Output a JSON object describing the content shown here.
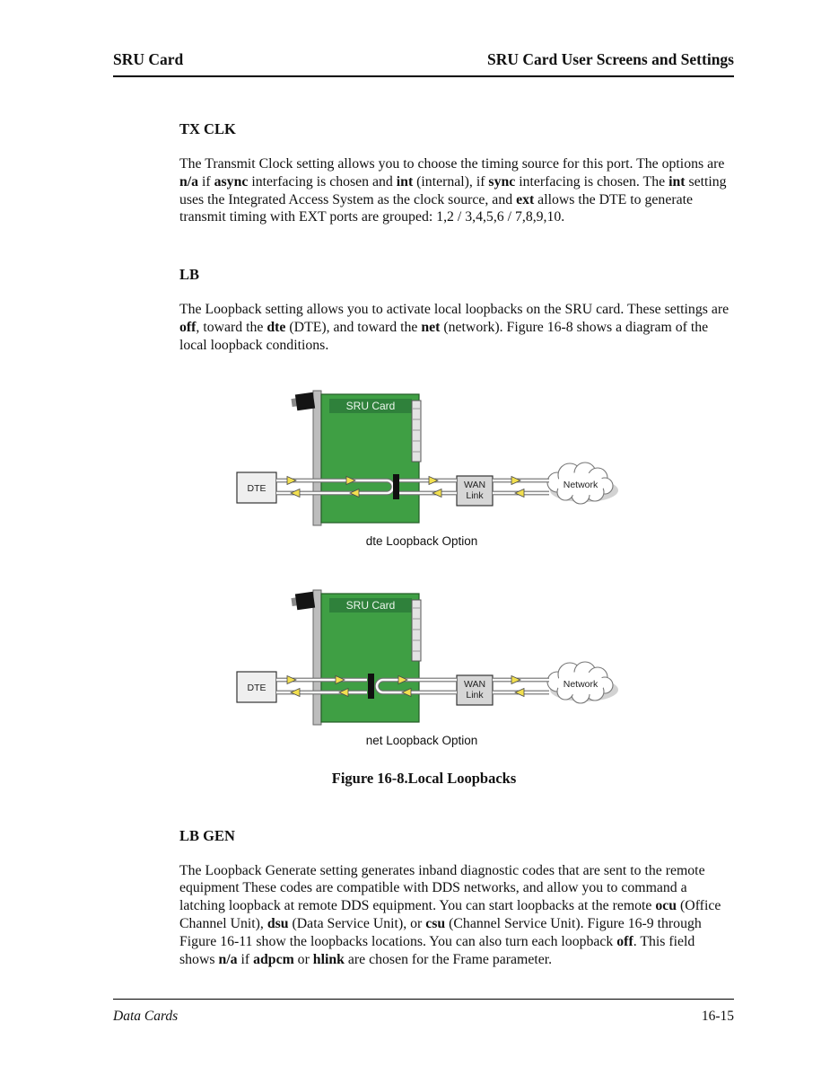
{
  "header": {
    "left": "SRU Card",
    "right": "SRU Card User Screens and Settings"
  },
  "footer": {
    "left": "Data Cards",
    "right": "16-15"
  },
  "colors": {
    "board_green": "#3f9f44",
    "arrow_yellow": "#f2df4f"
  },
  "sections": {
    "tx_clk": {
      "heading": "TX CLK",
      "body": [
        {
          "t": "The Transmit Clock setting allows you to choose the timing source for this port. The options are "
        },
        {
          "t": "n/a",
          "b": true
        },
        {
          "t": " if "
        },
        {
          "t": "async",
          "b": true
        },
        {
          "t": " interfacing is chosen and "
        },
        {
          "t": "int",
          "b": true
        },
        {
          "t": " (internal), if "
        },
        {
          "t": "sync",
          "b": true
        },
        {
          "t": " interfacing is chosen. The "
        },
        {
          "t": "int",
          "b": true
        },
        {
          "t": " setting uses the Integrated Access System as the clock source, and "
        },
        {
          "t": "ext",
          "b": true
        },
        {
          "t": " allows the DTE to generate transmit timing with EXT ports are grouped: 1,2 / 3,4,5,6 / 7,8,9,10."
        }
      ]
    },
    "lb": {
      "heading": "LB",
      "body": [
        {
          "t": "The Loopback setting allows you to activate local loopbacks on the SRU card. These settings are "
        },
        {
          "t": "off",
          "b": true
        },
        {
          "t": ", toward the "
        },
        {
          "t": "dte",
          "b": true
        },
        {
          "t": " (DTE), and toward the "
        },
        {
          "t": "net",
          "b": true
        },
        {
          "t": " (network). Figure 16-8 shows a diagram of the local loopback conditions."
        }
      ]
    },
    "lb_gen": {
      "heading": "LB GEN",
      "body": [
        {
          "t": "The Loopback Generate setting generates inband diagnostic codes that are sent to the remote equipment These codes are compatible with DDS networks, and allow you to command a latching loopback at remote DDS equipment. You can start loopbacks at the remote "
        },
        {
          "t": "ocu",
          "b": true
        },
        {
          "t": " (Office Channel Unit), "
        },
        {
          "t": "dsu",
          "b": true
        },
        {
          "t": " (Data Service Unit), or "
        },
        {
          "t": "csu",
          "b": true
        },
        {
          "t": " (Channel Service Unit). Figure 16-9 through Figure 16-11 show the loopbacks locations. You can also turn each loopback "
        },
        {
          "t": "off",
          "b": true
        },
        {
          "t": ". This field shows "
        },
        {
          "t": "n/a",
          "b": true
        },
        {
          "t": " if "
        },
        {
          "t": "adpcm",
          "b": true
        },
        {
          "t": " or "
        },
        {
          "t": "hlink",
          "b": true
        },
        {
          "t": " are chosen for the Frame parameter."
        }
      ]
    }
  },
  "figure": {
    "caption": "Figure 16-8.Local Loopbacks",
    "diagram_dte": {
      "label": "dte Loopback Option",
      "card": "SRU Card",
      "dte": "DTE",
      "wan_line1": "WAN",
      "wan_line2": "Link",
      "network": "Network"
    },
    "diagram_net": {
      "label": "net Loopback Option",
      "card": "SRU Card",
      "dte": "DTE",
      "wan_line1": "WAN",
      "wan_line2": "Link",
      "network": "Network"
    }
  }
}
